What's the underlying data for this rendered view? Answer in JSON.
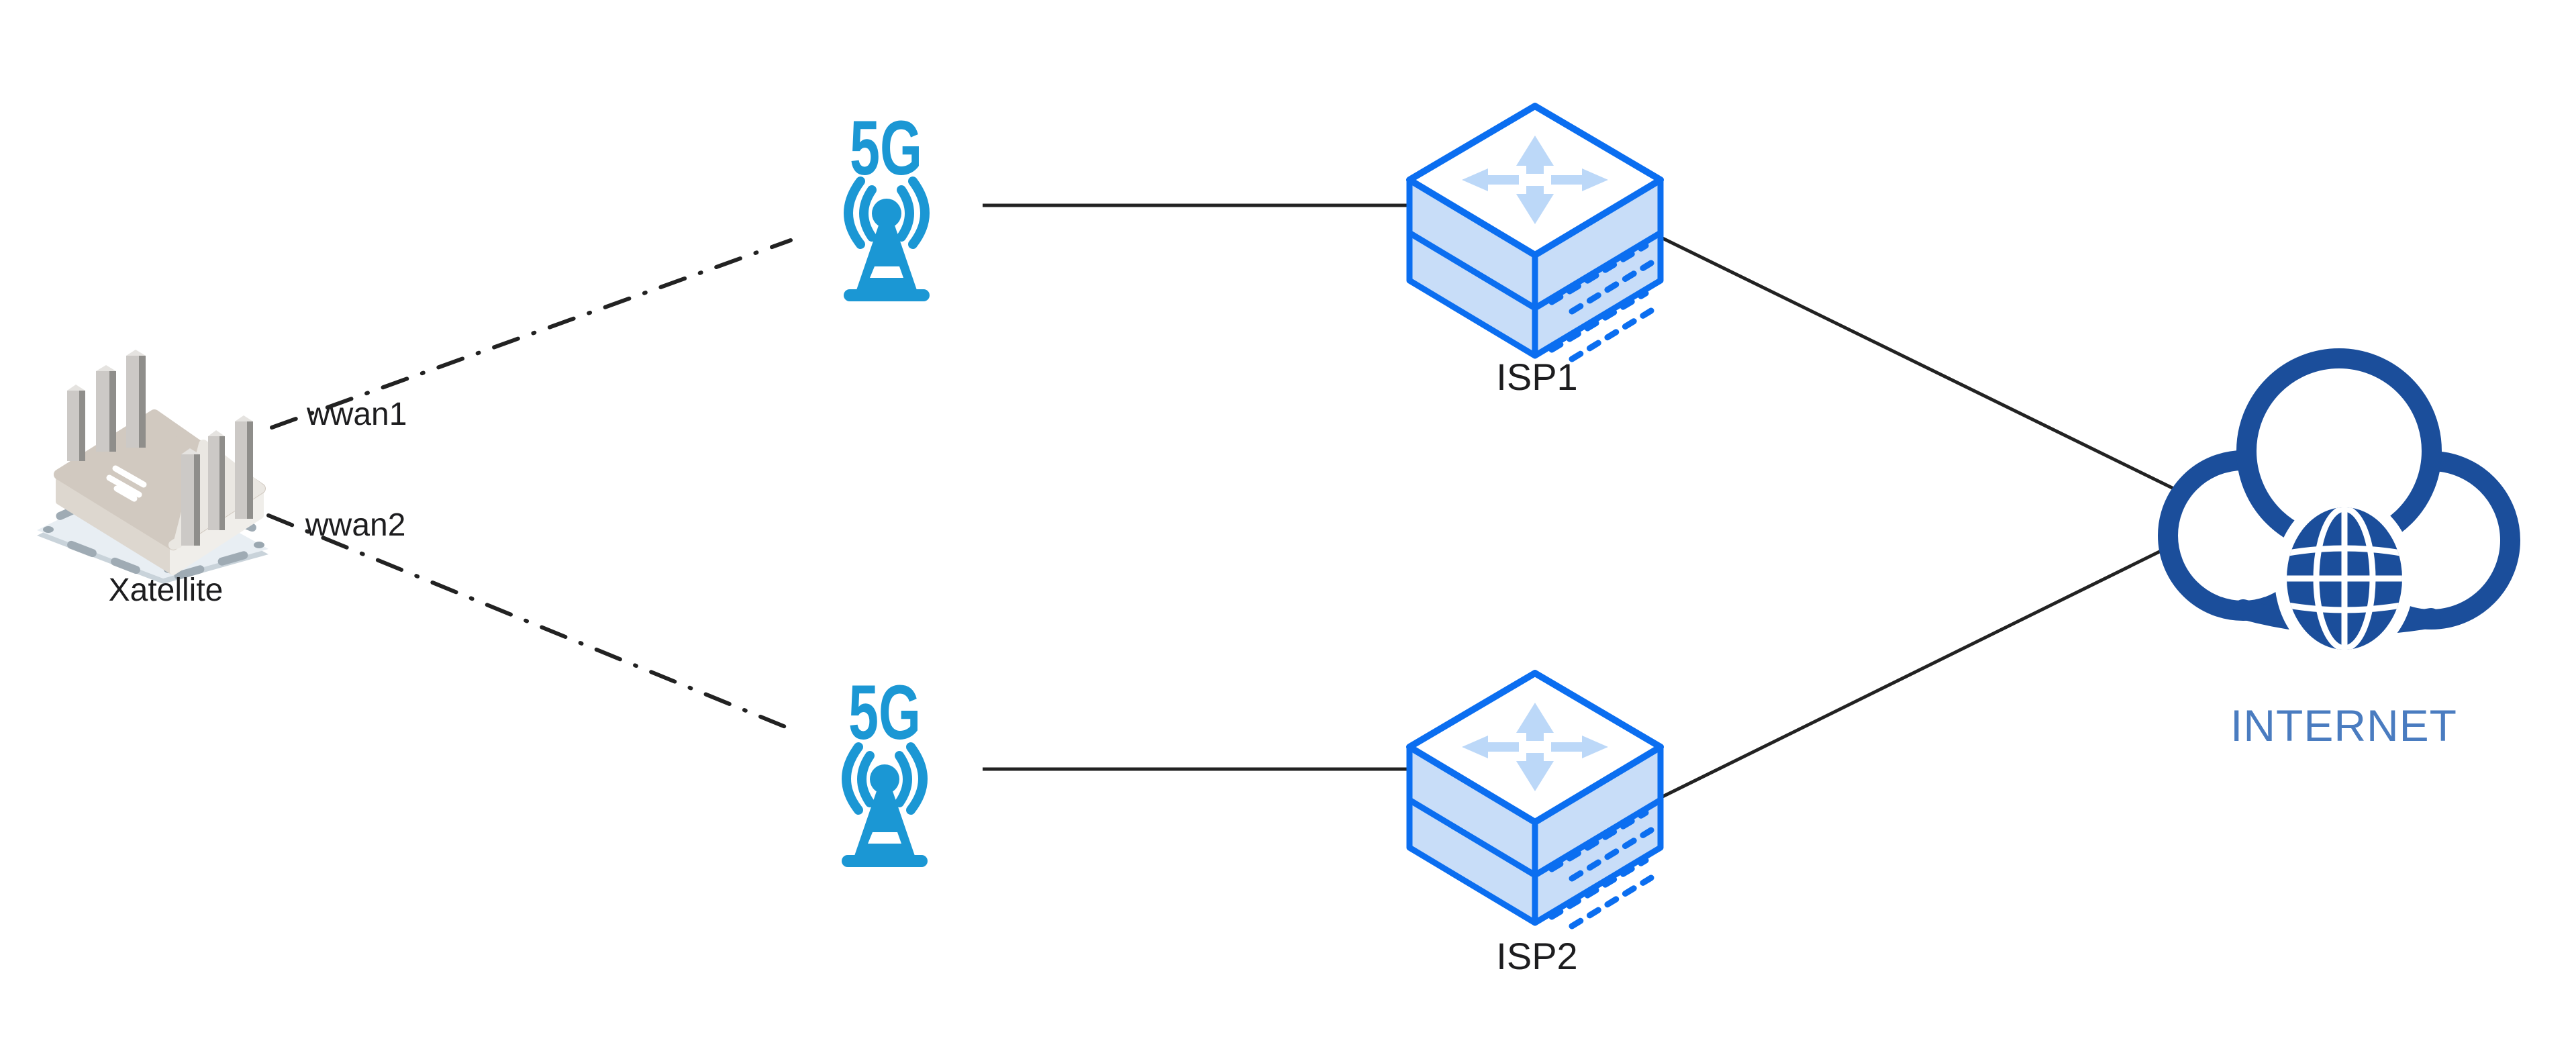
{
  "diagram": {
    "type": "network-topology",
    "nodes": {
      "router": {
        "label": "Xatellite",
        "kind": "wireless-router"
      },
      "antenna_top": {
        "label": "5G",
        "kind": "5g-antenna"
      },
      "antenna_bottom": {
        "label": "5G",
        "kind": "5g-antenna"
      },
      "isp1": {
        "label": "ISP1",
        "kind": "isp-router"
      },
      "isp2": {
        "label": "ISP2",
        "kind": "isp-router"
      },
      "internet": {
        "label": "INTERNET",
        "kind": "internet-cloud"
      }
    },
    "links": [
      {
        "id": "wwan1",
        "label": "wwan1",
        "from": "router",
        "to": "antenna_top",
        "style": "dash-dot"
      },
      {
        "id": "wwan2",
        "label": "wwan2",
        "from": "router",
        "to": "antenna_bottom",
        "style": "dash-dot"
      },
      {
        "id": "antenna_top-isp1",
        "label": "",
        "from": "antenna_top",
        "to": "isp1",
        "style": "solid"
      },
      {
        "id": "antenna_bottom-isp2",
        "label": "",
        "from": "antenna_bottom",
        "to": "isp2",
        "style": "solid"
      },
      {
        "id": "isp1-internet",
        "label": "",
        "from": "isp1",
        "to": "internet",
        "style": "solid"
      },
      {
        "id": "isp2-internet",
        "label": "",
        "from": "isp2",
        "to": "internet",
        "style": "solid"
      }
    ],
    "colors": {
      "line": "#222222",
      "label_text": "#1d1d1f",
      "antenna_blue": "#1b97d4",
      "isp_stroke": "#0b6ef0",
      "isp_fill": "#c8ddf8",
      "isp_arrow": "#bcd8f8",
      "cloud_blue": "#1b4e9b",
      "internet_label": "#4a7cc0",
      "router_body": "#d1c9c0",
      "router_body_light": "#eae7e2",
      "router_base": "#e8eef3",
      "router_antenna": "#c7c5c2"
    }
  }
}
